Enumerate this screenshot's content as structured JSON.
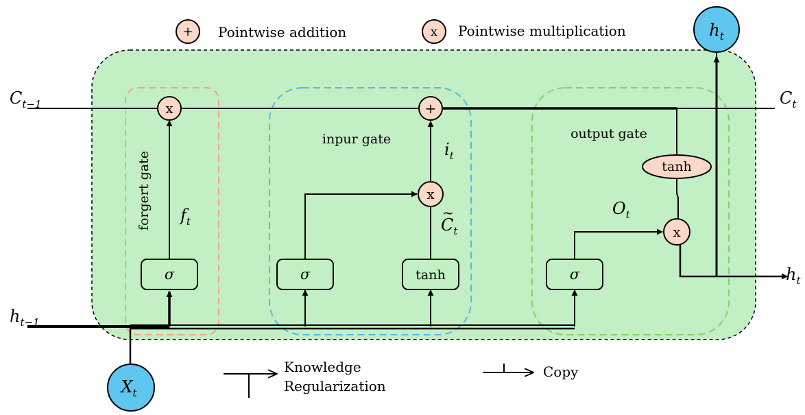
{
  "legend": {
    "addition_symbol": "+",
    "addition_label": "Pointwise addition",
    "multiplication_symbol": "x",
    "multiplication_label": "Pointwise multiplication",
    "knowledge_label_line1": "Knowledge",
    "knowledge_label_line2": "Regularization",
    "copy_label": "Copy"
  },
  "inputs": {
    "cell_prev": {
      "base": "C",
      "sub": "t−1"
    },
    "hidden_prev": {
      "base": "h",
      "sub": "t−1"
    },
    "x_t": {
      "base": "X",
      "sub": "t"
    }
  },
  "outputs": {
    "cell_next": {
      "base": "C",
      "sub": "t"
    },
    "hidden_top": {
      "base": "h",
      "sub": "t"
    },
    "hidden_right": {
      "base": "h",
      "sub": "t"
    }
  },
  "gates": {
    "forget": {
      "label": "forgert gate",
      "box": "σ",
      "op": "x",
      "signal": {
        "base": "f",
        "sub": "t"
      }
    },
    "input": {
      "label": "inpur gate",
      "sigma_box": "σ",
      "tanh_box": "tanh",
      "mult_op": "x",
      "add_op": "+",
      "i_signal": {
        "base": "i",
        "sub": "t"
      },
      "candidate": {
        "base": "C",
        "accent": "~",
        "sub": "t"
      }
    },
    "output": {
      "label": "output gate",
      "sigma_box": "σ",
      "tanh_oval": "tanh",
      "mult_op": "x",
      "signal": {
        "base": "O",
        "sub": "t"
      }
    }
  },
  "colors": {
    "cell_fill": "#c3efc4",
    "operator_fill": "#fbd9c9",
    "io_fill": "#5fc6ef",
    "forget_border": "#f2a48a",
    "input_border": "#55b8e8",
    "output_border": "#7fd36b"
  }
}
